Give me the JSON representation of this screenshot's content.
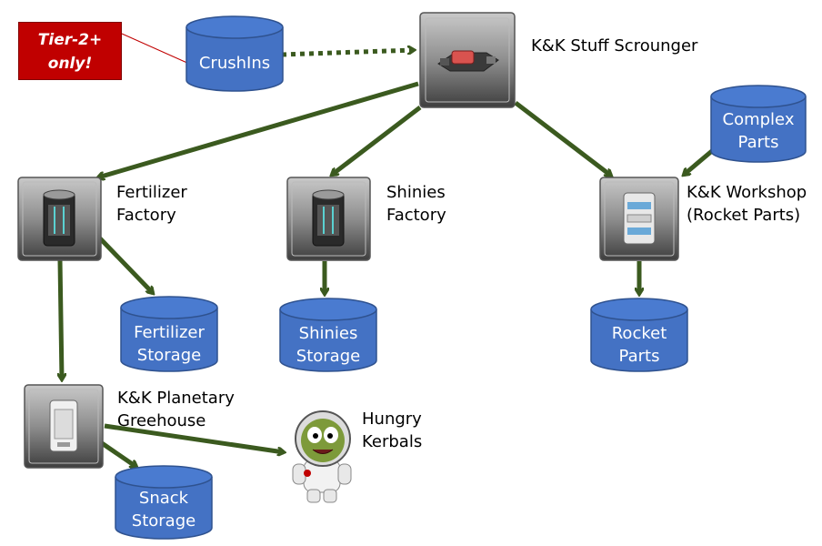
{
  "tag": {
    "line1": "Tier-2+",
    "line2": "only!"
  },
  "storages": {
    "crushins": {
      "line1": "CrushIns"
    },
    "complex_parts": {
      "line1": "Complex",
      "line2": "Parts"
    },
    "fertilizer_storage": {
      "line1": "Fertilizer",
      "line2": "Storage"
    },
    "shinies_storage": {
      "line1": "Shinies",
      "line2": "Storage"
    },
    "rocket_parts": {
      "line1": "Rocket",
      "line2": "Parts"
    },
    "snack_storage": {
      "line1": "Snack",
      "line2": "Storage"
    }
  },
  "parts": {
    "stuff_scrounger": {
      "line1": "K&K Stuff Scrounger"
    },
    "fertilizer_factory": {
      "line1": "Fertilizer",
      "line2": "Factory"
    },
    "shinies_factory": {
      "line1": "Shinies",
      "line2": "Factory"
    },
    "workshop": {
      "line1": "K&K Workshop",
      "line2": "(Rocket Parts)"
    },
    "greenhouse": {
      "line1": "K&K Planetary",
      "line2": "Greehouse"
    }
  },
  "kerbals": {
    "line1": "Hungry",
    "line2": "Kerbals"
  },
  "colors": {
    "arrow": "#3b5a1f",
    "cylinder": "#4472c4",
    "tag": "#c00000"
  }
}
